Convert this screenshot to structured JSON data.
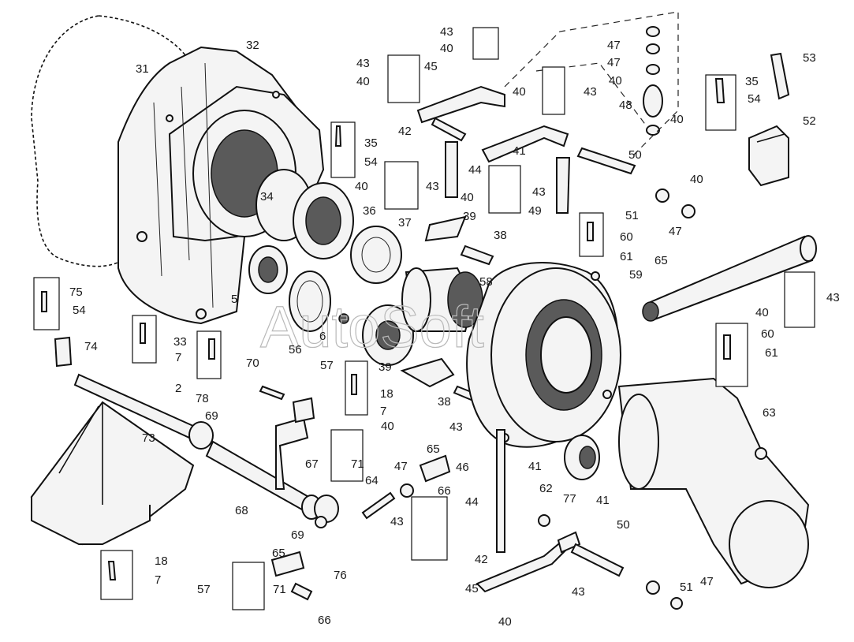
{
  "watermark": "AutoSoft",
  "callouts": [
    {
      "id": "c31",
      "text": "31"
    },
    {
      "id": "c32",
      "text": "32"
    },
    {
      "id": "c43a",
      "text": "43"
    },
    {
      "id": "c40a",
      "text": "40"
    },
    {
      "id": "c43b",
      "text": "43"
    },
    {
      "id": "c45a",
      "text": "45"
    },
    {
      "id": "c40b",
      "text": "40"
    },
    {
      "id": "c40c",
      "text": "40"
    },
    {
      "id": "c43c",
      "text": "43"
    },
    {
      "id": "c47a",
      "text": "47"
    },
    {
      "id": "c47b",
      "text": "47"
    },
    {
      "id": "c40d",
      "text": "40"
    },
    {
      "id": "c48",
      "text": "48"
    },
    {
      "id": "c40e",
      "text": "40"
    },
    {
      "id": "c50a",
      "text": "50"
    },
    {
      "id": "c53",
      "text": "53"
    },
    {
      "id": "c35a",
      "text": "35"
    },
    {
      "id": "c54a",
      "text": "54"
    },
    {
      "id": "c52",
      "text": "52"
    },
    {
      "id": "c42a",
      "text": "42"
    },
    {
      "id": "c41a",
      "text": "41"
    },
    {
      "id": "c35b",
      "text": "35"
    },
    {
      "id": "c54b",
      "text": "54"
    },
    {
      "id": "c44a",
      "text": "44"
    },
    {
      "id": "c40f",
      "text": "40"
    },
    {
      "id": "c43d",
      "text": "43"
    },
    {
      "id": "c40g",
      "text": "40"
    },
    {
      "id": "c43e",
      "text": "43"
    },
    {
      "id": "c49",
      "text": "49"
    },
    {
      "id": "c40h",
      "text": "40"
    },
    {
      "id": "c51a",
      "text": "51"
    },
    {
      "id": "c47c",
      "text": "47"
    },
    {
      "id": "c34",
      "text": "34"
    },
    {
      "id": "c36",
      "text": "36"
    },
    {
      "id": "c37",
      "text": "37"
    },
    {
      "id": "c39a",
      "text": "39"
    },
    {
      "id": "c38a",
      "text": "38"
    },
    {
      "id": "c60a",
      "text": "60"
    },
    {
      "id": "c61a",
      "text": "61"
    },
    {
      "id": "c65a",
      "text": "65"
    },
    {
      "id": "c5",
      "text": "5"
    },
    {
      "id": "c58",
      "text": "58"
    },
    {
      "id": "c59",
      "text": "59"
    },
    {
      "id": "c75",
      "text": "75"
    },
    {
      "id": "c54c",
      "text": "54"
    },
    {
      "id": "c43f",
      "text": "43"
    },
    {
      "id": "c40i",
      "text": "40"
    },
    {
      "id": "c6",
      "text": "6"
    },
    {
      "id": "c33",
      "text": "33"
    },
    {
      "id": "c7a",
      "text": "7"
    },
    {
      "id": "c56",
      "text": "56"
    },
    {
      "id": "c57a",
      "text": "57"
    },
    {
      "id": "c74",
      "text": "74"
    },
    {
      "id": "c60b",
      "text": "60"
    },
    {
      "id": "c61b",
      "text": "61"
    },
    {
      "id": "c39b",
      "text": "39"
    },
    {
      "id": "c70",
      "text": "70"
    },
    {
      "id": "c78",
      "text": "78"
    },
    {
      "id": "c2",
      "text": "2"
    },
    {
      "id": "c18a",
      "text": "18"
    },
    {
      "id": "c7b",
      "text": "7"
    },
    {
      "id": "c63",
      "text": "63"
    },
    {
      "id": "c38b",
      "text": "38"
    },
    {
      "id": "c40j",
      "text": "40"
    },
    {
      "id": "c43g",
      "text": "43"
    },
    {
      "id": "c69a",
      "text": "69"
    },
    {
      "id": "c73",
      "text": "73"
    },
    {
      "id": "c65b",
      "text": "65"
    },
    {
      "id": "c67",
      "text": "67"
    },
    {
      "id": "c71a",
      "text": "71"
    },
    {
      "id": "c47d",
      "text": "47"
    },
    {
      "id": "c46",
      "text": "46"
    },
    {
      "id": "c41b",
      "text": "41"
    },
    {
      "id": "c62",
      "text": "62"
    },
    {
      "id": "c64",
      "text": "64"
    },
    {
      "id": "c66a",
      "text": "66"
    },
    {
      "id": "c44b",
      "text": "44"
    },
    {
      "id": "c43h",
      "text": "43"
    },
    {
      "id": "c68",
      "text": "68"
    },
    {
      "id": "c69b",
      "text": "69"
    },
    {
      "id": "c77",
      "text": "77"
    },
    {
      "id": "c41c",
      "text": "41"
    },
    {
      "id": "c50b",
      "text": "50"
    },
    {
      "id": "c65c",
      "text": "65"
    },
    {
      "id": "c76",
      "text": "76"
    },
    {
      "id": "c42b",
      "text": "42"
    },
    {
      "id": "c18b",
      "text": "18"
    },
    {
      "id": "c7c",
      "text": "7"
    },
    {
      "id": "c57b",
      "text": "57"
    },
    {
      "id": "c71b",
      "text": "71"
    },
    {
      "id": "c45b",
      "text": "45"
    },
    {
      "id": "c43i",
      "text": "43"
    },
    {
      "id": "c51b",
      "text": "51"
    },
    {
      "id": "c47e",
      "text": "47"
    },
    {
      "id": "c40k",
      "text": "40"
    },
    {
      "id": "c66b",
      "text": "66"
    }
  ]
}
